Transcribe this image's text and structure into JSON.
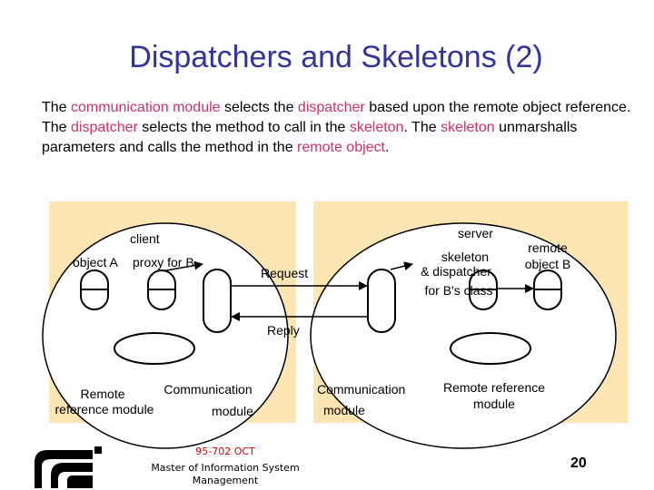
{
  "slide": {
    "title": "Dispatchers and Skeletons (2)",
    "paragraph": [
      {
        "text": "The ",
        "hl": false
      },
      {
        "text": "communication module",
        "hl": true
      },
      {
        "text": " selects the ",
        "hl": false
      },
      {
        "text": "dispatcher",
        "hl": true
      },
      {
        "text": " based upon the remote object reference. The ",
        "hl": false
      },
      {
        "text": "dispatcher",
        "hl": true
      },
      {
        "text": " selects the method to call in the ",
        "hl": false
      },
      {
        "text": "skeleton",
        "hl": true
      },
      {
        "text": ". The ",
        "hl": false
      },
      {
        "text": "skeleton",
        "hl": true
      },
      {
        "text": " unmarshalls parameters and calls the method in the ",
        "hl": false
      },
      {
        "text": "remote object",
        "hl": true
      },
      {
        "text": ".",
        "hl": false
      }
    ],
    "highlight_color": "#cc3366",
    "title_color": "#333399"
  },
  "diagram": {
    "background_color": "#fde5b4",
    "client_label": "client",
    "server_label": "server",
    "object_a_label": "object A",
    "proxy_label": "proxy for B",
    "request_label": "Request",
    "reply_label": "Reply",
    "skeleton_line1": "skeleton",
    "skeleton_line2": "& dispatcher",
    "skeleton_line3": "for B's class",
    "remote_object_line1": "remote",
    "remote_object_line2": "object B",
    "client_remote_ref_line1": "Remote",
    "client_remote_ref_line2": "reference module",
    "client_comm_line1": "Communication",
    "client_comm_line2": "module",
    "server_comm_line1": "Communication",
    "server_comm_line2": "module",
    "server_remote_ref_line1": "Remote reference",
    "server_remote_ref_line2": "module"
  },
  "footer": {
    "course_code": "95-702 OCT",
    "program_line1": "Master of Information System",
    "program_line2": "Management",
    "page_number": "20"
  }
}
